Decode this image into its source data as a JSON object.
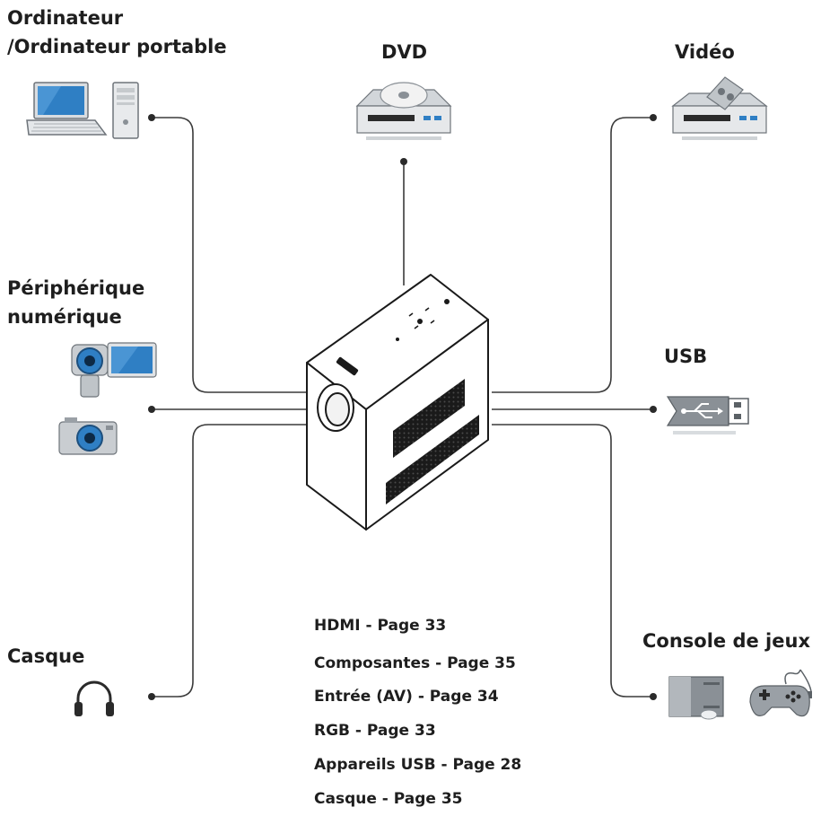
{
  "labels": {
    "computer_line1": "Ordinateur",
    "computer_line2": "/Ordinateur portable",
    "dvd": "DVD",
    "video": "Vidéo",
    "digital_line1": "Périphérique",
    "digital_line2": "numérique",
    "usb": "USB",
    "headphones": "Casque",
    "game_console": "Console de jeux"
  },
  "page_references": [
    "HDMI - Page 33",
    "Composantes - Page 35",
    "Entrée (AV) - Page 34",
    "RGB - Page 33",
    "Appareils USB - Page 28",
    "Casque - Page 35"
  ],
  "colors": {
    "line": "#3a3a3a",
    "device_blue": "#2f7fc4",
    "device_gray": "#9aa0a6"
  }
}
